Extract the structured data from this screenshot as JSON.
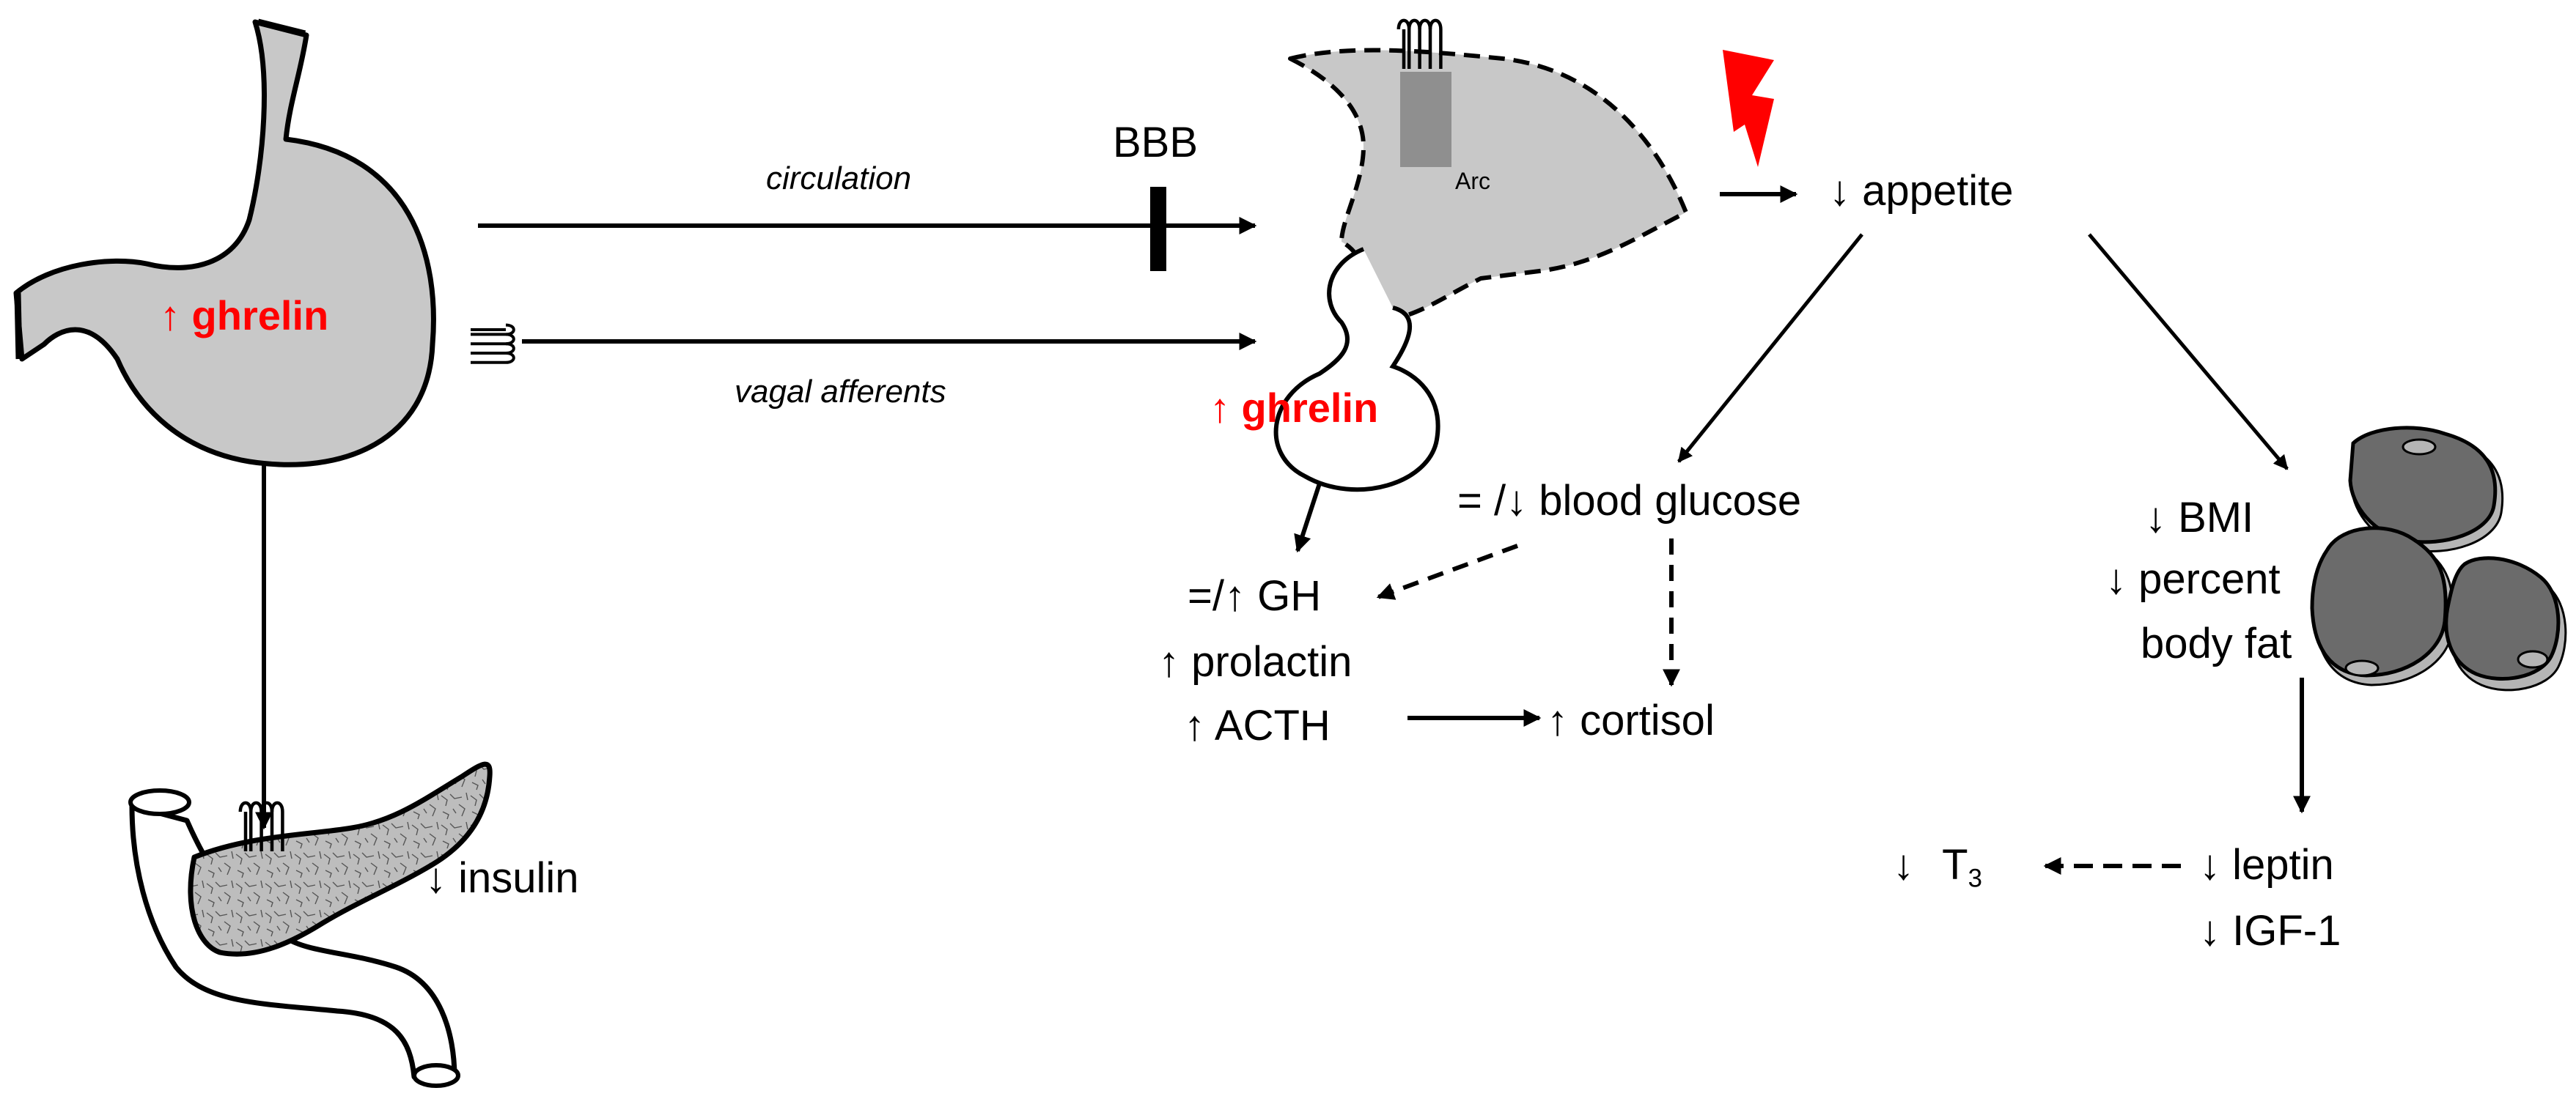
{
  "colors": {
    "organ_fill": "#c8c8c8",
    "arc_fill": "#8f8f8f",
    "pancreas_fill": "#bdbdbd",
    "fat_cell_fill": "#6b6b6b",
    "fat_cell_shadow": "#b5b5b5",
    "highlight": "#ff0000",
    "line": "#000000"
  },
  "stomach": {
    "label": "↑ ghrelin"
  },
  "pathways": {
    "circulation": "circulation",
    "vagal": "vagal afferents",
    "barrier": "BBB"
  },
  "brain": {
    "arc_label": "Arc",
    "pituitary_label": "↑ ghrelin"
  },
  "pancreas": {
    "label": "↓ insulin"
  },
  "hormones": {
    "gh": "=/↑ GH",
    "prolactin": "↑ prolactin",
    "acth": "↑ ACTH",
    "cortisol": "↑ cortisol"
  },
  "metabolic": {
    "appetite": "↓ appetite",
    "blood_glucose": "= /↓ blood glucose",
    "bmi": "↓ BMI",
    "percent": "↓ percent",
    "body_fat": "body fat",
    "leptin": "↓ leptin",
    "igf": "↓ IGF-1",
    "t3_arrow": "↓",
    "t3_main": "T",
    "t3_sub": "3"
  },
  "icons": [
    "stomach-icon",
    "brain-hypothalamus-icon",
    "pituitary-icon",
    "pancreas-icon",
    "fat-cells-icon",
    "receptor-coil-icon",
    "lightning-bolt-icon"
  ]
}
